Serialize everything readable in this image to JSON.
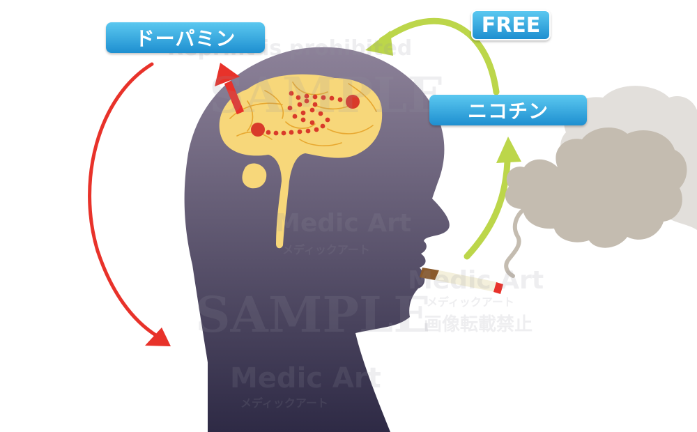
{
  "labels": {
    "dopamine": "ドーパミン",
    "nicotine": "ニコチン",
    "free": "FREE"
  },
  "watermarks": {
    "reprint": "Reprint is prohibited",
    "sample_top": "SAMPLE",
    "sample_bottom": "SAMPLE",
    "brand_1": "Medic Art",
    "brand_2": "Medic Art",
    "brand_3": "Medic Art",
    "brand_kana_1": "メディックアート",
    "brand_kana_2": "メディックアート",
    "brand_kana_3": "メディックアート",
    "no_reprint_jp": "画像転載禁止"
  },
  "colors": {
    "head_top": "#8d8299",
    "head_bottom": "#2e2a45",
    "brain": "#f7d77a",
    "brain_lines": "#e8a830",
    "red_arrow": "#e8322a",
    "green_arrow": "#bcd64a",
    "smoke": "#c4bcb0",
    "smoke_light": "#dedad6",
    "pill_top": "#5bc8f0",
    "pill_bottom": "#1e8fd0"
  }
}
